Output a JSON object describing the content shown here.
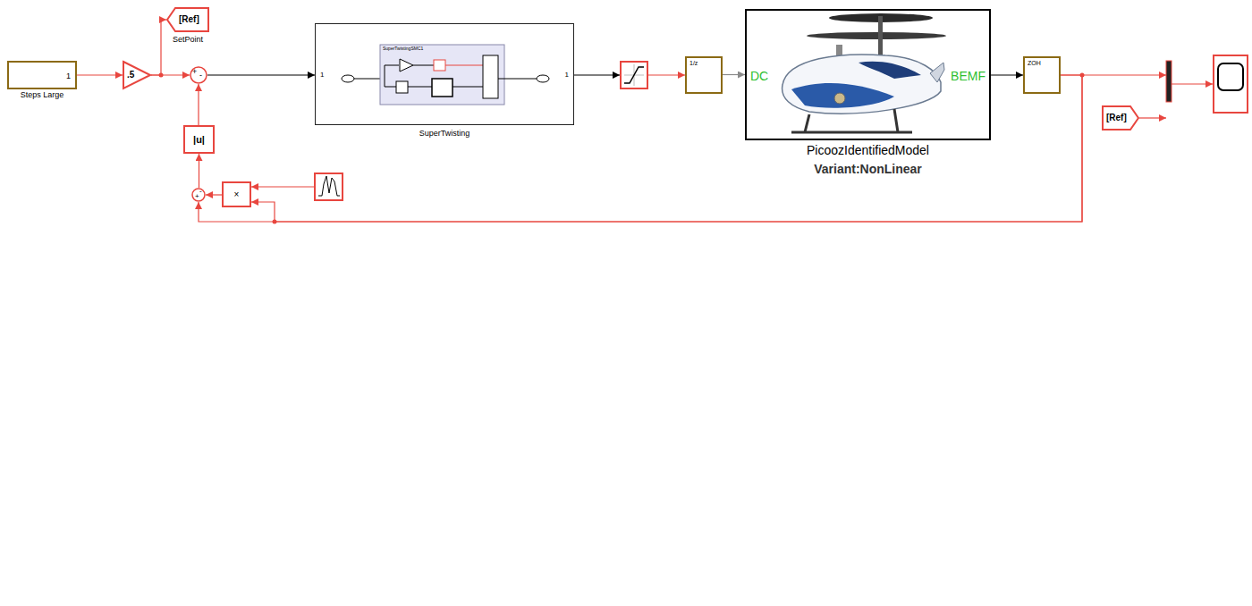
{
  "diagram": {
    "nodes": [
      {
        "text": [
          "1",
          "Steps Large"
        ]
      },
      {
        "text": [
          ".5"
        ]
      },
      {
        "text": [
          "[Ref]",
          "SetPoint"
        ]
      },
      {
        "text": [
          "+",
          "-"
        ]
      },
      {
        "text": [
          "1",
          "1",
          "SuperTwisting"
        ]
      },
      {
        "text": [
          "SuperTwistingSMC1"
        ],
        "in": 4
      },
      {
        "text": [
          "1/z"
        ]
      },
      {
        "text": [
          "DC",
          "BEMF",
          "PicoozIdentifiedModel",
          "Variant:NonLinear"
        ]
      },
      {
        "text": [
          "ZOH"
        ]
      },
      {
        "text": [
          "[Ref]"
        ]
      },
      {
        "text": [
          "|u|"
        ]
      },
      {
        "text": [
          "-",
          "+"
        ]
      },
      {
        "text": [
          "×"
        ]
      }
    ],
    "edges": [
      {
        "from": 0,
        "to": 1,
        "arrow": "to"
      },
      {
        "from": 1,
        "to": 2,
        "arrow": "to"
      },
      {
        "from": 1,
        "to": 3,
        "arrow": "to"
      },
      {
        "from": 3,
        "to": 4,
        "arrow": "to"
      },
      {
        "from": 6,
        "to": 7,
        "arrow": "to"
      },
      {
        "from": 7,
        "to": 8,
        "arrow": "to"
      },
      {
        "from": 8,
        "to": 11,
        "arrow": "to"
      },
      {
        "from": 8,
        "to": 12,
        "arrow": "to"
      },
      {
        "from": 12,
        "to": 11,
        "arrow": "to"
      },
      {
        "from": 11,
        "to": 10,
        "arrow": "to"
      },
      {
        "from": 10,
        "to": 3,
        "arrow": "to"
      }
    ]
  }
}
